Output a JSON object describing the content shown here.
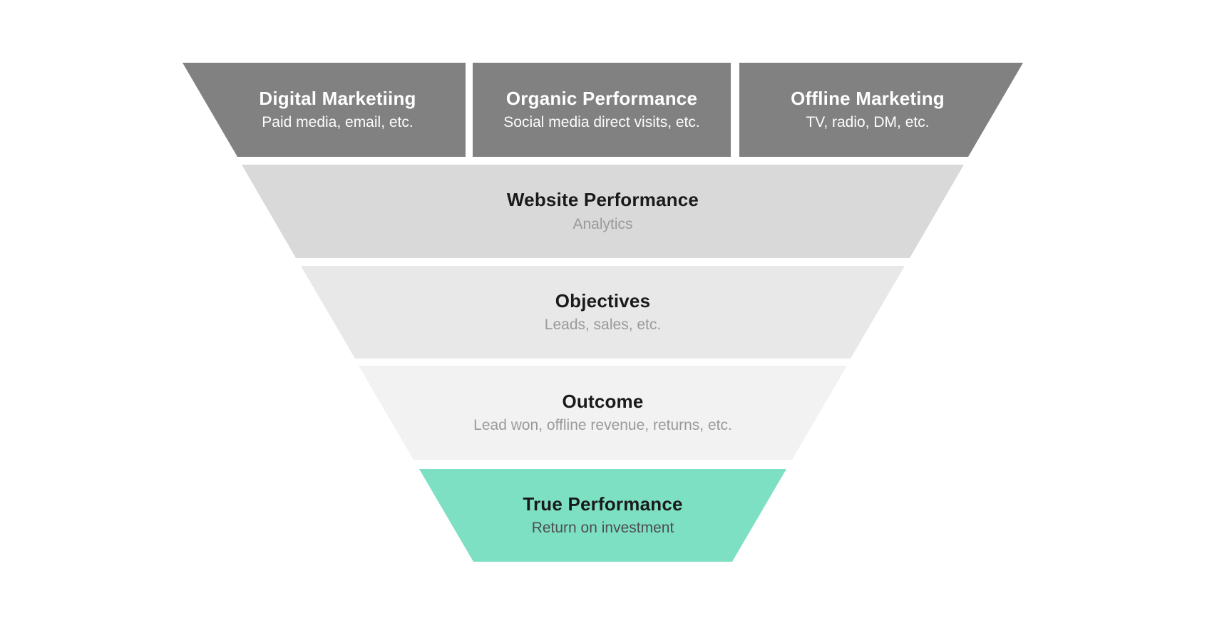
{
  "diagram": {
    "type": "funnel",
    "description": "Marketing performance measurement funnel",
    "top_row": [
      {
        "title": "Digital Marketiing",
        "subtitle": "Paid media, email, etc."
      },
      {
        "title": "Organic Performance",
        "subtitle": "Social media direct visits, etc."
      },
      {
        "title": "Offline Marketing",
        "subtitle": "TV, radio, DM, etc."
      }
    ],
    "levels": [
      {
        "title": "Website Performance",
        "subtitle": "Analytics"
      },
      {
        "title": "Objectives",
        "subtitle": "Leads, sales, etc."
      },
      {
        "title": "Outcome",
        "subtitle": "Lead won, offline revenue, returns, etc."
      },
      {
        "title": "True Performance",
        "subtitle": "Return on investment"
      }
    ]
  },
  "colors": {
    "background": "#ffffff",
    "row1_bg": "#818181",
    "row2_bg": "#d9d9d9",
    "row3_bg": "#e8e8e8",
    "row4_bg": "#f2f2f2",
    "row5_bg": "#7de0c3",
    "title_light": "#ffffff",
    "subtitle_light": "#fdfdfd",
    "title_dark": "#1a1a1a",
    "subtitle_gray": "#9a9a9a",
    "subtitle_dark": "#4e4e4e"
  }
}
